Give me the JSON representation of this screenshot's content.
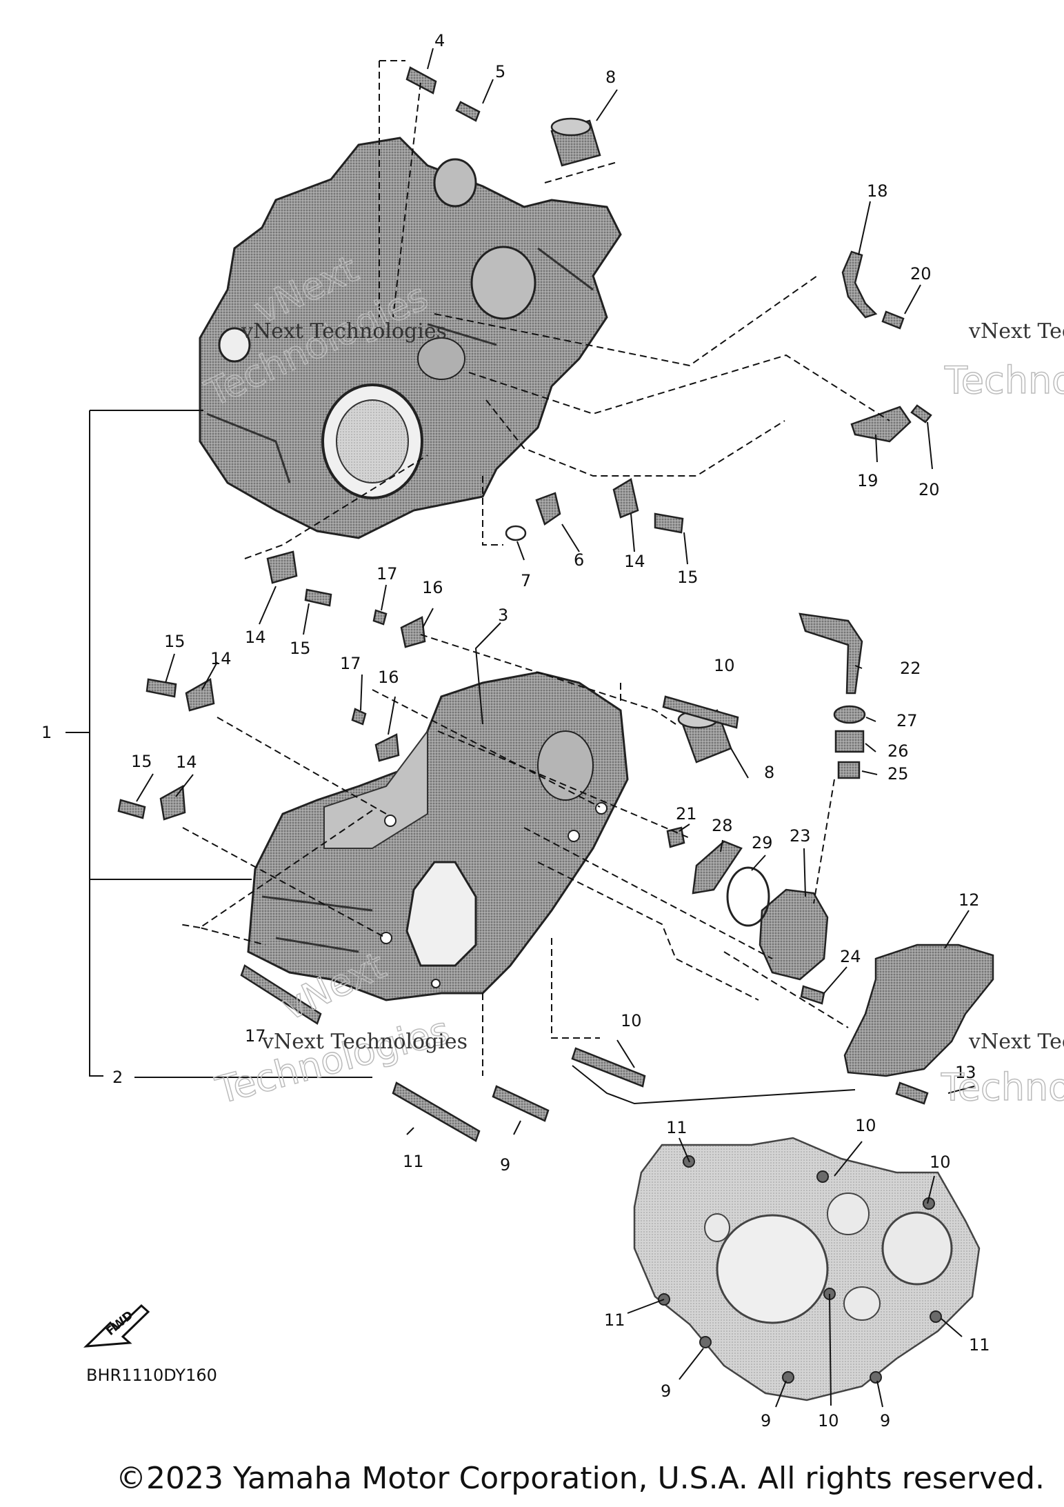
{
  "callouts": {
    "n1": "1",
    "n2": "2",
    "n3": "3",
    "n4": "4",
    "n5": "5",
    "n6": "6",
    "n7": "7",
    "n8": "8",
    "n9": "9",
    "n10": "10",
    "n11": "11",
    "n12": "12",
    "n13": "13",
    "n14": "14",
    "n15": "15",
    "n16": "16",
    "n17": "17",
    "n18": "18",
    "n19": "19",
    "n20": "20",
    "n21": "21",
    "n22": "22",
    "n23": "23",
    "n24": "24",
    "n25": "25",
    "n26": "26",
    "n27": "27",
    "n28": "28",
    "n29": "29"
  },
  "diagram_code": "BHR1110DY160",
  "fwd_label": "FWD",
  "watermark": {
    "line1": "vNext Technologies",
    "big1": "vNext",
    "big2": "Technologies"
  },
  "copyright": "©2023 Yamaha Motor Corporation, U.S.A. All rights reserved.",
  "colors": {
    "part_fill": "#8a8a8a",
    "part_dark": "#4a4a4a",
    "line": "#111111",
    "panel": "#d2d2d2"
  }
}
